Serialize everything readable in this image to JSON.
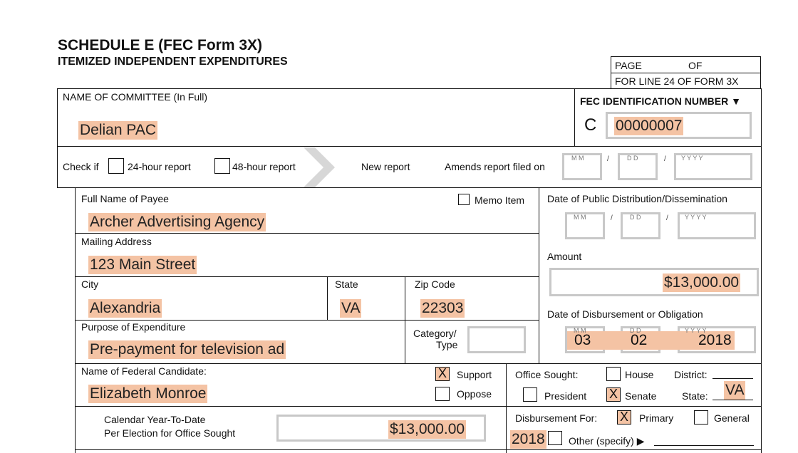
{
  "header": {
    "title": "SCHEDULE E  (FEC Form 3X)",
    "subtitle": "ITEMIZED INDEPENDENT EXPENDITURES",
    "page_label": "PAGE",
    "of_label": "OF",
    "for_line": "FOR LINE 24 OF FORM 3X"
  },
  "committee": {
    "name_label": "NAME OF COMMITTEE (In Full)",
    "name_value": "Delian PAC",
    "fec_id_label": "FEC IDENTIFICATION NUMBER ▼",
    "fec_id_prefix": "C",
    "fec_id_value": "00000007"
  },
  "report": {
    "check_if": "Check if",
    "opt_24": "24-hour report",
    "opt_48": "48-hour report",
    "new_report": "New report",
    "amends": "Amends report filed on",
    "date_mm": "M   M",
    "date_dd": "D   D",
    "date_yyyy": "Y   Y   Y   Y",
    "slash": "/"
  },
  "payee": {
    "name_label": "Full Name of Payee",
    "memo_label": "Memo Item",
    "name_value": "Archer Advertising Agency",
    "address_label": "Mailing Address",
    "address_value": "123 Main Street",
    "city_label": "City",
    "city_value": "Alexandria",
    "state_label": "State",
    "state_value": "VA",
    "zip_label": "Zip Code",
    "zip_value": "22303",
    "purpose_label": "Purpose of Expenditure",
    "purpose_value": "Pre-payment for television ad",
    "category_label_1": "Category/",
    "category_label_2": "Type"
  },
  "right": {
    "dissem_label": "Date of Public Distribution/Dissemination",
    "amount_label": "Amount",
    "amount_value": "$13,000.00",
    "disb_date_label": "Date of Disbursement or Obligation",
    "disb_mm": "03",
    "disb_dd": "02",
    "disb_yyyy": "2018"
  },
  "candidate": {
    "label": "Name of Federal Candidate:",
    "value": "Elizabeth Monroe",
    "support_label": "Support",
    "support_mark": "X",
    "oppose_label": "Oppose",
    "office_label": "Office Sought:",
    "house_label": "House",
    "district_label": "District:",
    "president_label": "President",
    "senate_label": "Senate",
    "senate_mark": "X",
    "state_label": "State:",
    "state_value": "VA"
  },
  "ytd": {
    "label_1": "Calendar Year-To-Date",
    "label_2": "Per Election for Office Sought",
    "value": "$13,000.00",
    "disb_for_label": "Disbursement For:",
    "primary_label": "Primary",
    "primary_mark": "X",
    "general_label": "General",
    "year_value": "2018",
    "other_label": "Other (specify) ▶"
  }
}
